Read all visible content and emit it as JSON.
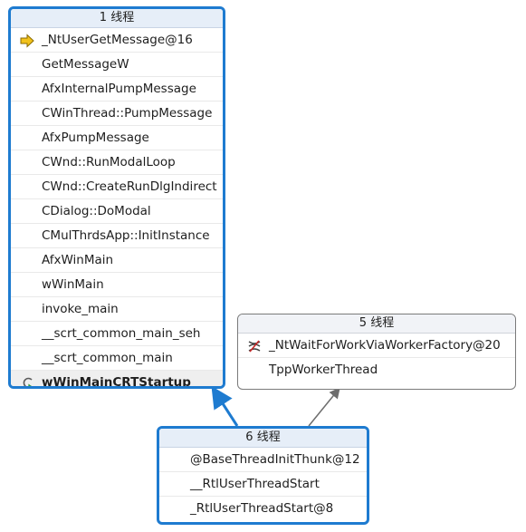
{
  "thread1": {
    "title": "1 线程",
    "frames": [
      {
        "label": "_NtUserGetMessage@16",
        "icon": "current-frame-arrow-icon"
      },
      {
        "label": "GetMessageW"
      },
      {
        "label": "AfxInternalPumpMessage"
      },
      {
        "label": "CWinThread::PumpMessage"
      },
      {
        "label": "AfxPumpMessage"
      },
      {
        "label": "CWnd::RunModalLoop"
      },
      {
        "label": "CWnd::CreateRunDlgIndirect"
      },
      {
        "label": "CDialog::DoModal"
      },
      {
        "label": "CMulThrdsApp::InitInstance"
      },
      {
        "label": "AfxWinMain"
      },
      {
        "label": "wWinMain"
      },
      {
        "label": "invoke_main"
      },
      {
        "label": "__scrt_common_main_seh"
      },
      {
        "label": "__scrt_common_main"
      },
      {
        "label": "wWinMainCRTStartup",
        "icon": "return-arrow-icon",
        "bold": true
      }
    ]
  },
  "thread5": {
    "title": "5 线程",
    "frames": [
      {
        "label": "_NtWaitForWorkViaWorkerFactory@20",
        "icon": "threads-icon"
      },
      {
        "label": "TppWorkerThread"
      }
    ]
  },
  "thread6": {
    "title": "6 线程",
    "frames": [
      {
        "label": "@BaseThreadInitThunk@12"
      },
      {
        "label": "__RtlUserThreadStart"
      },
      {
        "label": "_RtlUserThreadStart@8"
      }
    ]
  },
  "colors": {
    "selected_border": "#1e7bd0",
    "plain_border": "#7a7a7a",
    "current_arrow": "#f2c21b"
  }
}
